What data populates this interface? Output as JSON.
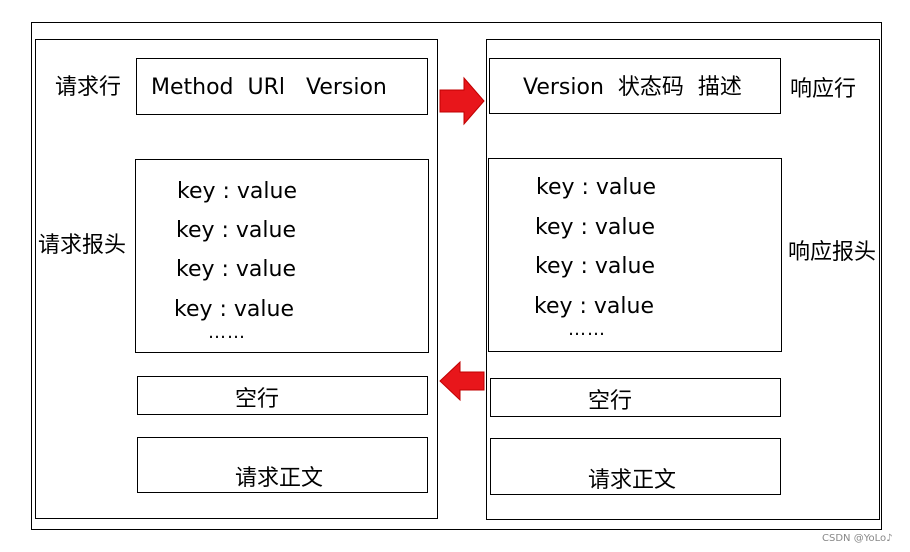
{
  "left": {
    "request_line_label": "请求行",
    "request_line_content": "Method  URl   Version",
    "headers_label": "请求报头",
    "headers": [
      "key : value",
      "key : value",
      "key : value",
      "key : value"
    ],
    "headers_more": "……",
    "blank_line": "空行",
    "body": "请求正文"
  },
  "right": {
    "response_line_label": "响应行",
    "response_line_content": "Version  状态码  描述",
    "headers_label": "响应报头",
    "headers": [
      "key : value",
      "key : value",
      "key : value",
      "key : value"
    ],
    "headers_more": "……",
    "blank_line": "空行",
    "body": "请求正文"
  },
  "arrows": {
    "color": "#e8161b"
  },
  "watermark": "CSDN @YoLo♪"
}
